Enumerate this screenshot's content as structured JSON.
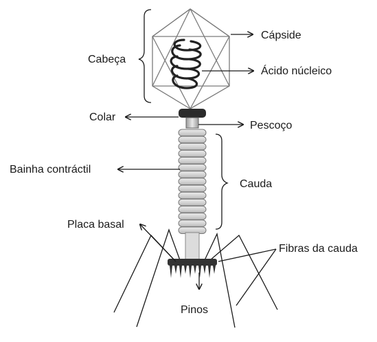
{
  "labels": {
    "capside": "Cápside",
    "cabeca": "Cabeça",
    "acido_nucleico": "Ácido núcleico",
    "colar": "Colar",
    "pescoco": "Pescoço",
    "bainha": "Bainha contráctil",
    "cauda": "Cauda",
    "placa_basal": "Placa basal",
    "fibras": "Fibras da cauda",
    "pinos": "Pinos"
  },
  "colors": {
    "line": "#1a1a1a",
    "capsid_stroke": "#7a7a7a",
    "sheath_fill": "#d8d8d8",
    "sheath_stroke": "#777777",
    "collar_fill": "#2b2b2b",
    "baseplate_fill": "#333333"
  },
  "tail_sheath_ring_count": 15
}
